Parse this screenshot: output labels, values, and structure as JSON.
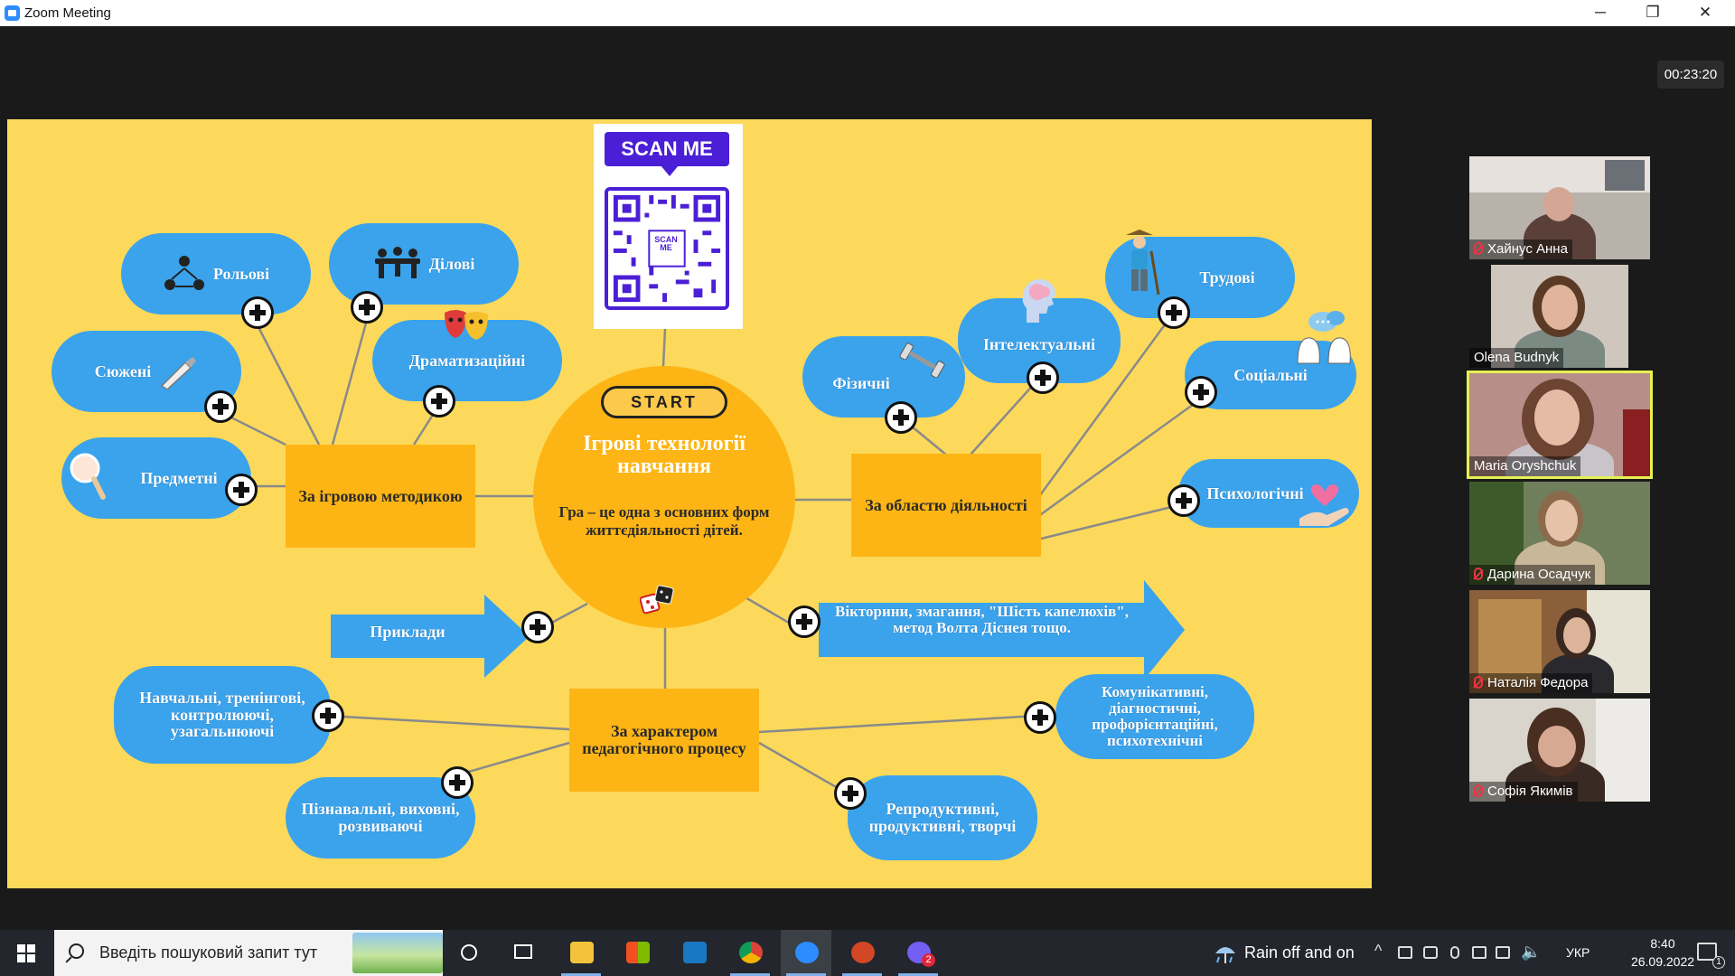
{
  "window": {
    "title": "Zoom Meeting",
    "minimize": "─",
    "restore": "❐",
    "close": "✕"
  },
  "timer": "00:23:20",
  "slide": {
    "qr_label": "SCAN ME",
    "qr_inner": "SCAN ME",
    "center": {
      "start": "START",
      "title": "Ігрові технології навчання",
      "description": "Гра – це одна з основних форм життєдіяльності дітей."
    },
    "categories": {
      "method": "За ігровою методикою",
      "area": "За областю діяльності",
      "process": "За характером педагогічного процесу"
    },
    "method_items": [
      "Рольові",
      "Ділові",
      "Сюжені",
      "Драматизаційні",
      "Предметні"
    ],
    "area_items": [
      "Трудові",
      "Інтелектуальні",
      "Фізичні",
      "Соціальні",
      "Психологічні"
    ],
    "process_items": [
      "Навчальні, тренінгові, контролюючі, узагальнюючі",
      "Пізнавальні, виховні, розвиваючі",
      "Комунікативні, діагностичні, профорієнтаційні, психотехнічні",
      "Репродуктивні, продуктивні, творчі"
    ],
    "examples_label": "Приклади",
    "examples_text": "Вікторини, змагання, \"Шість капелюхів\", метод Волта Діснея тощо."
  },
  "participants": [
    {
      "name": "Хайнус Анна",
      "muted": true,
      "active": false
    },
    {
      "name": "Olena Budnyk",
      "muted": false,
      "active": false
    },
    {
      "name": "Maria Oryshchuk",
      "muted": false,
      "active": true
    },
    {
      "name": "Дарина Осадчук",
      "muted": true,
      "active": false
    },
    {
      "name": "Наталія Федора",
      "muted": true,
      "active": false
    },
    {
      "name": "Софія Якимів",
      "muted": true,
      "active": false
    }
  ],
  "taskbar": {
    "search_placeholder": "Введіть пошуковий запит тут",
    "weather": "Rain off and on",
    "language": "УКР",
    "time": "8:40",
    "date": "26.09.2022",
    "notification_count": "1",
    "viber_badge": "2"
  }
}
